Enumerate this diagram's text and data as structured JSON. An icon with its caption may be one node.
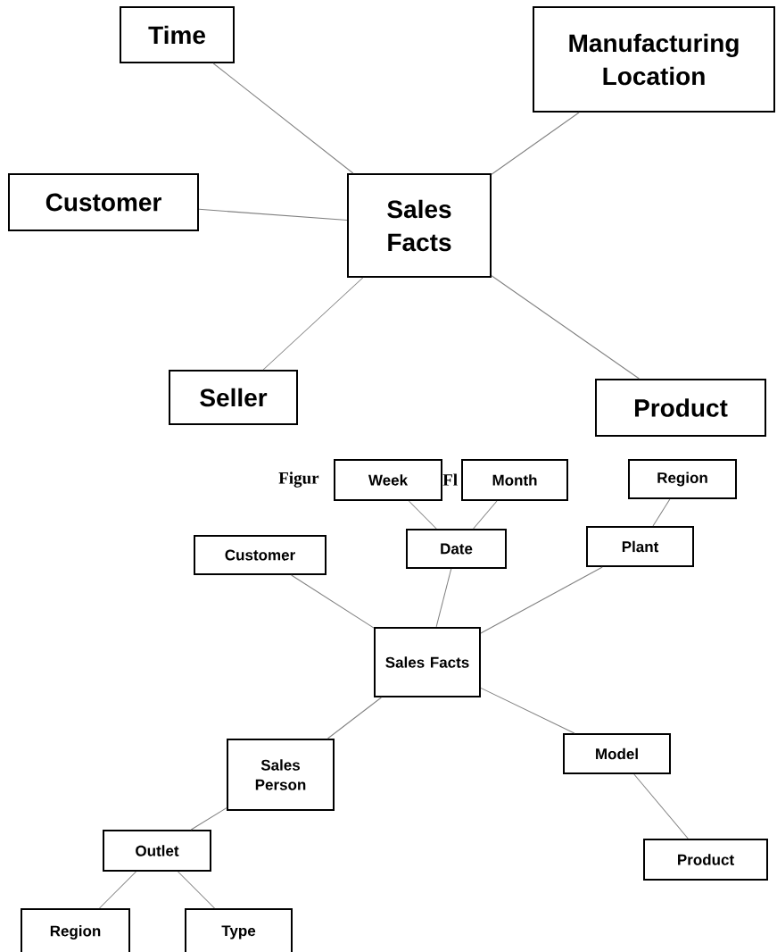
{
  "diagram": {
    "nodes": [
      {
        "text": [
          "Time"
        ]
      },
      {
        "text": [
          "Manufacturing Location"
        ]
      },
      {
        "text": [
          "Customer"
        ]
      },
      {
        "text": [
          "Sales Facts"
        ]
      },
      {
        "text": [
          "Seller"
        ]
      },
      {
        "text": [
          "Product"
        ]
      },
      {
        "text": [
          "Week"
        ]
      },
      {
        "text": [
          "Month"
        ]
      },
      {
        "text": [
          "Region"
        ]
      },
      {
        "text": [
          "Customer"
        ]
      },
      {
        "text": [
          "Date"
        ]
      },
      {
        "text": [
          "Plant"
        ]
      },
      {
        "text": [
          "Sales Facts"
        ]
      },
      {
        "text": [
          "Sales Person"
        ]
      },
      {
        "text": [
          "Model"
        ]
      },
      {
        "text": [
          "Outlet"
        ]
      },
      {
        "text": [
          "Product"
        ]
      },
      {
        "text": [
          "Region"
        ]
      },
      {
        "text": [
          "Type"
        ]
      }
    ],
    "edges": [
      {
        "from": 0,
        "to": 3,
        "arrow": "none"
      },
      {
        "from": 1,
        "to": 3,
        "arrow": "none"
      },
      {
        "from": 2,
        "to": 3,
        "arrow": "none"
      },
      {
        "from": 4,
        "to": 3,
        "arrow": "none"
      },
      {
        "from": 5,
        "to": 3,
        "arrow": "none"
      },
      {
        "from": 6,
        "to": 10,
        "arrow": "none"
      },
      {
        "from": 7,
        "to": 10,
        "arrow": "none"
      },
      {
        "from": 8,
        "to": 11,
        "arrow": "none"
      },
      {
        "from": 9,
        "to": 12,
        "arrow": "none"
      },
      {
        "from": 10,
        "to": 12,
        "arrow": "none"
      },
      {
        "from": 11,
        "to": 12,
        "arrow": "none"
      },
      {
        "from": 12,
        "to": 13,
        "arrow": "none"
      },
      {
        "from": 12,
        "to": 14,
        "arrow": "none"
      },
      {
        "from": 13,
        "to": 15,
        "arrow": "none"
      },
      {
        "from": 14,
        "to": 16,
        "arrow": "none"
      },
      {
        "from": 15,
        "to": 17,
        "arrow": "none"
      },
      {
        "from": 15,
        "to": 18,
        "arrow": "none"
      }
    ],
    "labels": [
      "Figur",
      "Fl"
    ]
  }
}
